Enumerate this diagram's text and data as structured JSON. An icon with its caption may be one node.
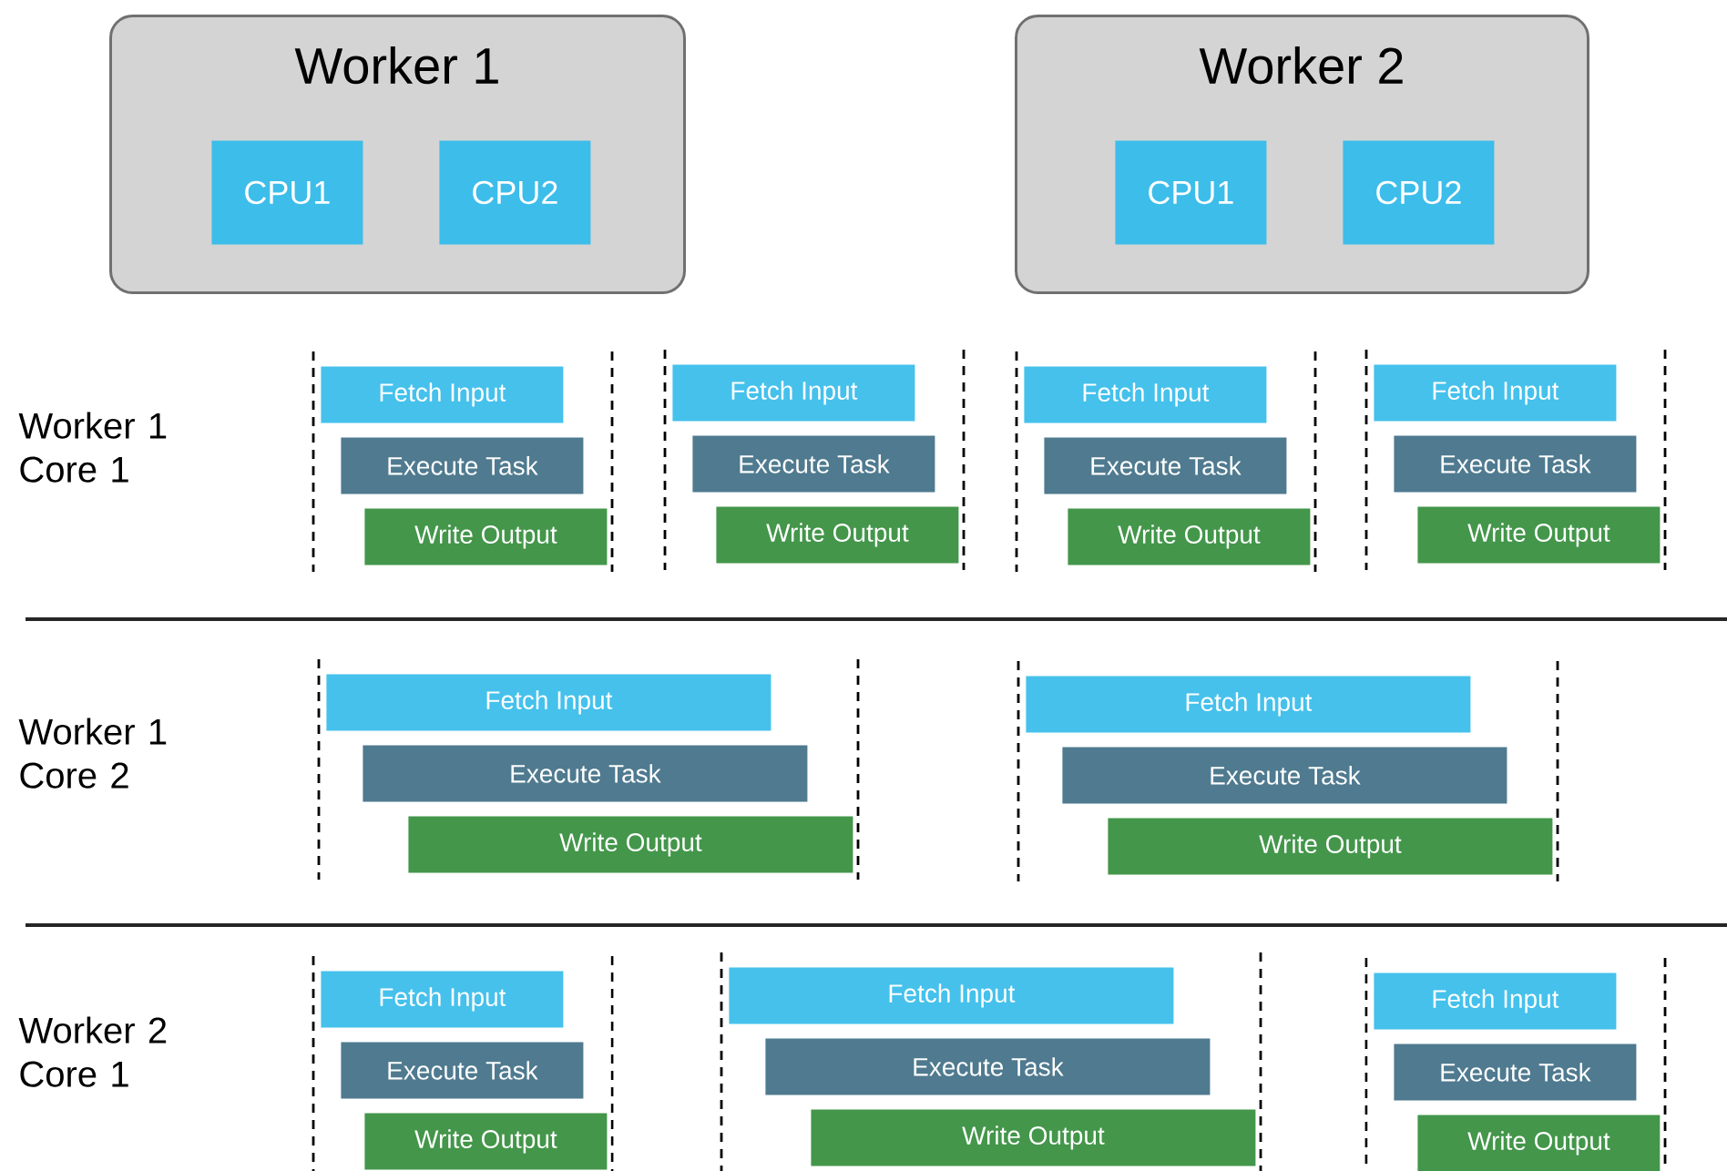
{
  "diagram": {
    "nodes": [
      {
        "text": [
          "Worker 1"
        ]
      },
      {
        "text": [
          "CPU1"
        ],
        "in": 0
      },
      {
        "text": [
          "CPU2"
        ],
        "in": 0
      },
      {
        "text": [
          "Worker 2"
        ]
      },
      {
        "text": [
          "CPU1"
        ],
        "in": 3
      },
      {
        "text": [
          "CPU2"
        ],
        "in": 3
      },
      {
        "text": [
          "Fetch Input"
        ]
      },
      {
        "text": [
          "Execute Task"
        ]
      },
      {
        "text": [
          "Write Output"
        ]
      },
      {
        "text": [
          "Fetch Input"
        ]
      },
      {
        "text": [
          "Execute Task"
        ]
      },
      {
        "text": [
          "Write Output"
        ]
      },
      {
        "text": [
          "Fetch Input"
        ]
      },
      {
        "text": [
          "Execute Task"
        ]
      },
      {
        "text": [
          "Write Output"
        ]
      },
      {
        "text": [
          "Fetch Input"
        ]
      },
      {
        "text": [
          "Execute Task"
        ]
      },
      {
        "text": [
          "Write Output"
        ]
      },
      {
        "text": [
          "Fetch Input"
        ]
      },
      {
        "text": [
          "Execute Task"
        ]
      },
      {
        "text": [
          "Write Output"
        ]
      },
      {
        "text": [
          "Fetch Input"
        ]
      },
      {
        "text": [
          "Execute Task"
        ]
      },
      {
        "text": [
          "Write Output"
        ]
      },
      {
        "text": [
          "Fetch Input"
        ]
      },
      {
        "text": [
          "Execute Task"
        ]
      },
      {
        "text": [
          "Write Output"
        ]
      },
      {
        "text": [
          "Fetch Input"
        ]
      },
      {
        "text": [
          "Execute Task"
        ]
      },
      {
        "text": [
          "Write Output"
        ]
      },
      {
        "text": [
          "Fetch Input"
        ]
      },
      {
        "text": [
          "Execute Task"
        ]
      },
      {
        "text": [
          "Write Output"
        ]
      }
    ],
    "labels": [
      "Worker 1 Core 1",
      "Worker 1 Core 2",
      "Worker 2 Core 1"
    ]
  }
}
